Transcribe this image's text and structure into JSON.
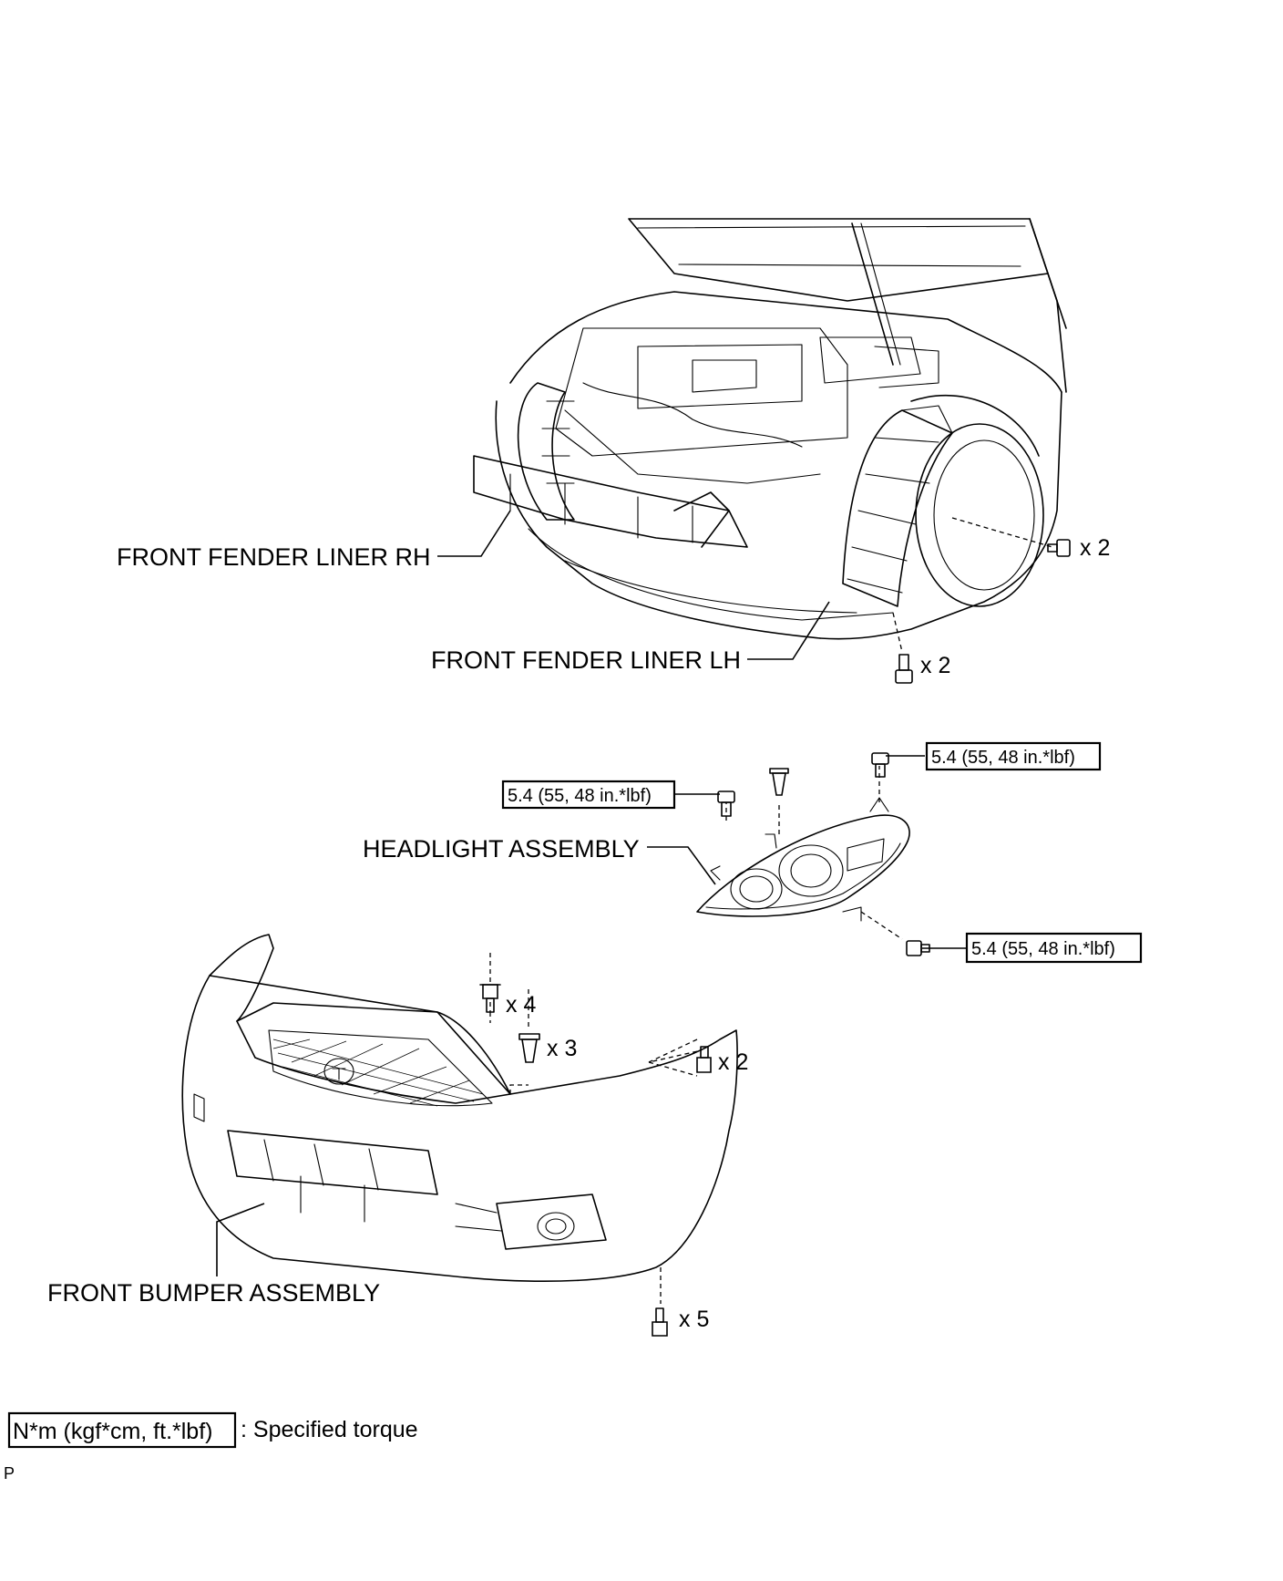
{
  "labels": {
    "fender_liner_rh": "FRONT FENDER LINER RH",
    "fender_liner_lh": "FRONT FENDER LINER LH",
    "headlight_assembly": "HEADLIGHT ASSEMBLY",
    "front_bumper_assembly": "FRONT BUMPER ASSEMBLY"
  },
  "fastener_counts": {
    "fender_side": "x 2",
    "fender_bottom": "x 2",
    "bumper_top": "x 4",
    "bumper_clip": "x 3",
    "bumper_side": "x 2",
    "bumper_bottom": "x 5"
  },
  "torque": {
    "headlight_left": "5.4 (55, 48 in.*lbf)",
    "headlight_top": "5.4 (55, 48 in.*lbf)",
    "headlight_right": "5.4 (55, 48 in.*lbf)"
  },
  "legend": {
    "unit_box": "N*m (kgf*cm, ft.*lbf)",
    "description": ": Specified torque"
  },
  "footer": {
    "code": "P"
  }
}
